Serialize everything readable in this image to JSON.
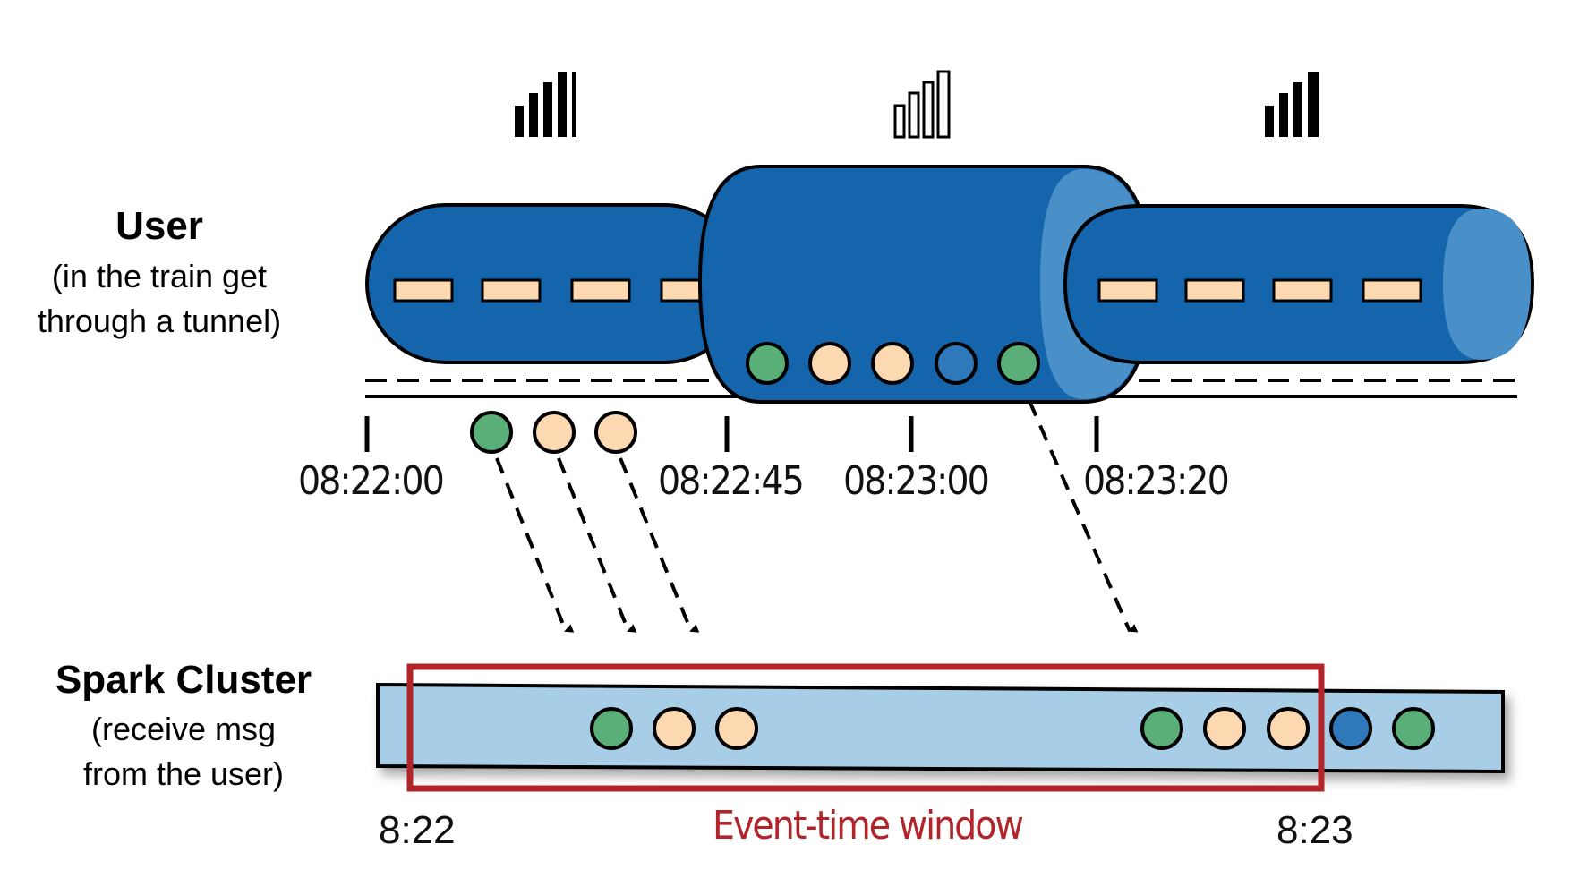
{
  "user": {
    "title": "User",
    "subtitle_line1": "(in the train get",
    "subtitle_line2": "through a tunnel)"
  },
  "cluster": {
    "title": "Spark Cluster",
    "subtitle_line1": "(receive msg",
    "subtitle_line2": "from the user)"
  },
  "timeline_ticks": [
    "08:22:00",
    "08:22:45",
    "08:23:00",
    "08:23:20"
  ],
  "window": {
    "label": "Event-time window",
    "start": "8:22",
    "end": "8:23"
  },
  "signal_icons": [
    "signal-strong-icon",
    "signal-weak-icon",
    "signal-strong-icon"
  ],
  "colors": {
    "train_blue": "#1565ad",
    "train_highlight": "#4a90c8",
    "window_frame": "#b0242a",
    "stream_fill": "#a8cde6",
    "msg_green": "#5aaf78",
    "msg_peach": "#fcd9b0",
    "msg_blue": "#2f78b9"
  },
  "messages": {
    "sent_before_tunnel": [
      "green",
      "peach",
      "peach"
    ],
    "held_in_tunnel": [
      "green",
      "peach",
      "peach",
      "blue",
      "green"
    ],
    "received_in_window": [
      "green",
      "peach",
      "peach",
      "green",
      "peach",
      "peach"
    ],
    "received_after_window": [
      "blue",
      "green"
    ]
  }
}
